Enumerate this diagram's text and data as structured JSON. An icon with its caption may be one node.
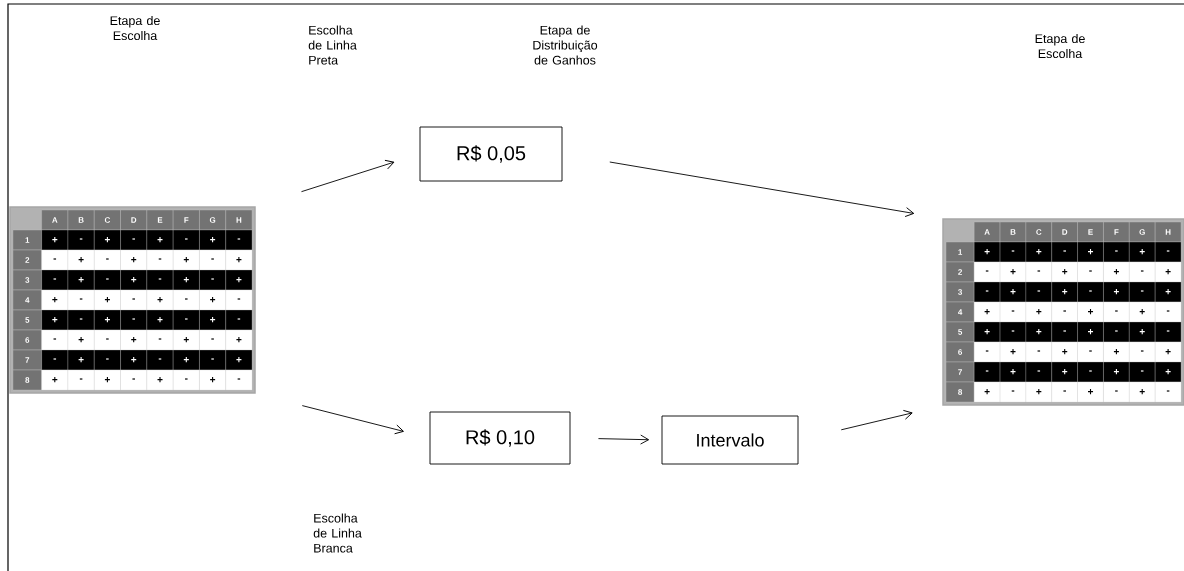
{
  "diagram": {
    "nodes": [
      {
        "text": [],
        "shape": "picture"
      },
      {
        "text": [
          "R$ 0,05"
        ]
      },
      {
        "text": [
          "R$ 0,10"
        ]
      },
      {
        "text": [
          "Intervalo"
        ]
      },
      {
        "text": [],
        "shape": "picture"
      }
    ],
    "edges": [
      {
        "from": 0,
        "to": 1,
        "arrow": "to"
      },
      {
        "from": 0,
        "to": 2,
        "arrow": "to"
      },
      {
        "from": 1,
        "to": 4,
        "arrow": "to"
      },
      {
        "from": 2,
        "to": 3,
        "arrow": "to"
      },
      {
        "from": 3,
        "to": 4,
        "arrow": "to"
      }
    ],
    "labels": [
      "Etapa de Escolha",
      "Escolha de Linha Preta",
      "Etapa de Distribuição de Ganhos",
      "Etapa de Escolha",
      "A",
      "B",
      "C",
      "D",
      "E",
      "F",
      "G",
      "H",
      "1",
      "+",
      "-",
      "+",
      "-",
      "+",
      "-",
      "+",
      "-",
      "2",
      "-",
      "+",
      "-",
      "+",
      "-",
      "+",
      "-",
      "+",
      "3",
      "-",
      "+",
      "-",
      "+",
      "-",
      "+",
      "-",
      "+",
      "4",
      "+",
      "-",
      "+",
      "-",
      "+",
      "-",
      "+",
      "-",
      "5",
      "+",
      "-",
      "+",
      "-",
      "+",
      "-",
      "+",
      "-",
      "6",
      "-",
      "+",
      "-",
      "+",
      "-",
      "+",
      "-",
      "+",
      "7",
      "-",
      "+",
      "-",
      "+",
      "-",
      "+",
      "-",
      "+",
      "8",
      "+",
      "-",
      "+",
      "-",
      "+",
      "-",
      "+",
      "-",
      "A",
      "B",
      "C",
      "D",
      "E",
      "F",
      "G",
      "H",
      "1",
      "+",
      "-",
      "+",
      "-",
      "+",
      "-",
      "+",
      "-",
      "2",
      "-",
      "+",
      "-",
      "+",
      "-",
      "+",
      "-",
      "+",
      "3",
      "-",
      "+",
      "-",
      "+",
      "-",
      "+",
      "-",
      "+",
      "4",
      "+",
      "-",
      "+",
      "-",
      "+",
      "-",
      "+",
      "-",
      "5",
      "+",
      "-",
      "+",
      "-",
      "+",
      "-",
      "+",
      "-",
      "6",
      "-",
      "+",
      "-",
      "+",
      "-",
      "+",
      "-",
      "+",
      "7",
      "-",
      "+",
      "-",
      "+",
      "-",
      "+",
      "-",
      "+",
      "8",
      "+",
      "-",
      "+",
      "-",
      "+",
      "-",
      "+",
      "-",
      "Escolha de Linha Branca"
    ]
  }
}
